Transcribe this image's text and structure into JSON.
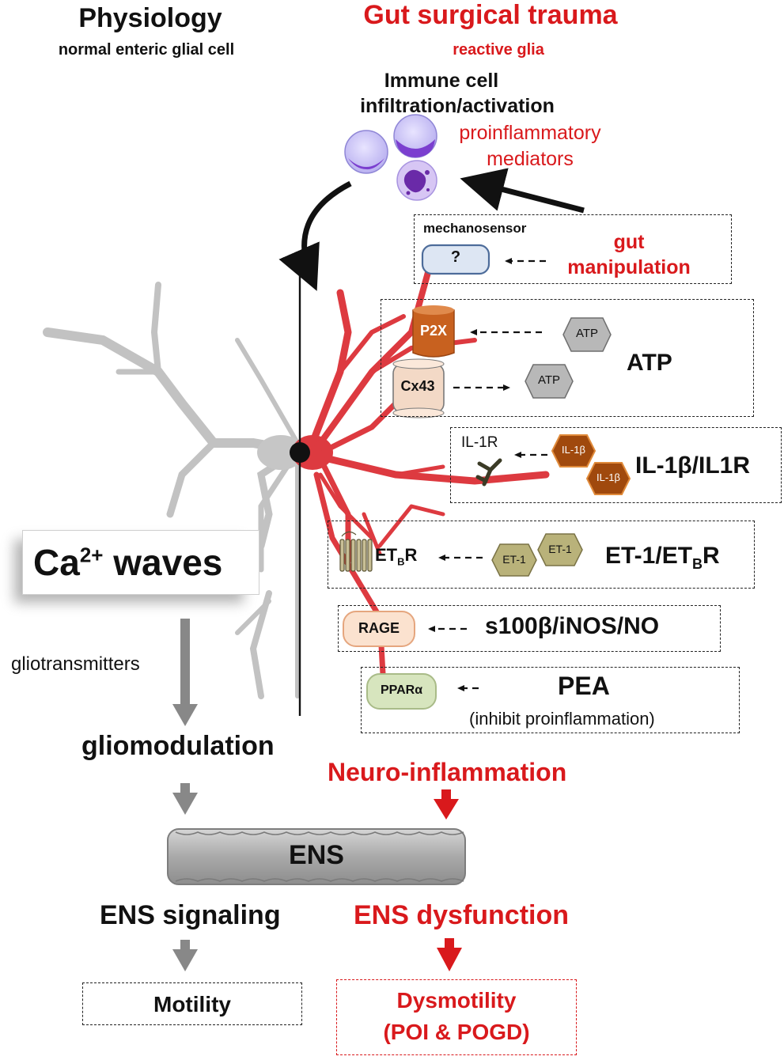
{
  "header": {
    "left_title": "Physiology",
    "left_subtitle": "normal  enteric  glial  cell",
    "right_title": "Gut surgical trauma",
    "right_subtitle": "reactive  glia"
  },
  "immune": {
    "line1": "Immune cell",
    "line2": "infiltration/activation",
    "mediators1": "proinflammatory",
    "mediators2": "mediators"
  },
  "boxes": {
    "mechano": {
      "label": "mechanosensor",
      "receptor": "?",
      "stim1": "gut",
      "stim2": "manipulation"
    },
    "atp": {
      "receptor1": "P2X",
      "receptor2": "Cx43",
      "ligand": "ATP",
      "title": "ATP"
    },
    "il1": {
      "receptor": "IL-1R",
      "ligand": "IL-1β",
      "title": "IL-1β/IL1R"
    },
    "et1": {
      "receptor_main": "ET",
      "receptor_sub": "B",
      "receptor_tail": "R",
      "ligand": "ET-1",
      "title_main": "ET-1/ET",
      "title_sub": "B",
      "title_tail": "R"
    },
    "rage": {
      "receptor": "RAGE",
      "title": "s100β/iNOS/NO"
    },
    "ppar": {
      "receptor": "PPARα",
      "title": "PEA",
      "note": "(inhibit proinflammation)"
    }
  },
  "physiology_flow": {
    "ca_main": "Ca",
    "ca_sup": "2+",
    "ca_tail": " waves",
    "gliotransmitters": "gliotransmitters",
    "gliomodulation": "gliomodulation",
    "ens_signaling": "ENS signaling",
    "motility": "Motility"
  },
  "trauma_flow": {
    "neuro": "Neuro-inflammation",
    "ens_dysfunction": "ENS dysfunction",
    "dysmotility": "Dysmotility",
    "dysmotility_sub": "(POI & POGD)"
  },
  "ens": {
    "label": "ENS"
  },
  "colors": {
    "red": "#d9191c",
    "glia_red": "#dd3a40",
    "glia_grey": "#c4c4c4",
    "arrow_grey": "#888888"
  }
}
